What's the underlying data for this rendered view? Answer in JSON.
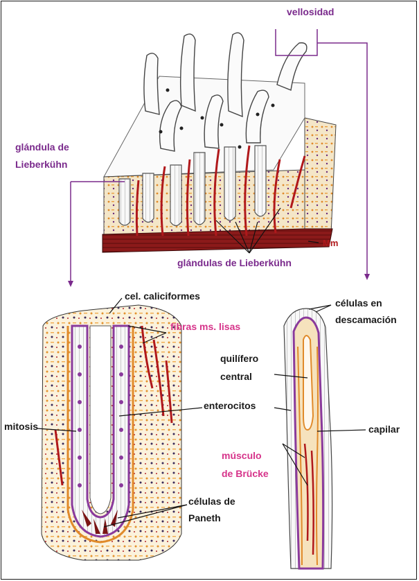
{
  "labels": {
    "vellosidad": "vellosidad",
    "glandula_de": "glándula de",
    "lieberkuhn": "Lieberkühn",
    "mm": "Mm",
    "glandulas_lieberkuhn": "glándulas de Lieberkühn",
    "cel_caliciformes": "cel. caliciformes",
    "fibras_ms_lisas": "fibras ms. lisas",
    "enterocitos": "enterocitos",
    "mitosis": "mitosis",
    "celulas_de": "células de",
    "paneth": "Paneth",
    "celulas_en": "células en",
    "descamacion": "descamación",
    "quilifero": "quilífero",
    "central": "central",
    "capilar": "capilar",
    "musculo": "músculo",
    "de_brucke": "de Brücke"
  },
  "colors": {
    "purple_label": "#7a2a8c",
    "magenta_label": "#d6338a",
    "muscularis": "#8b1a1a",
    "tissue_tan": "#f3e3c4",
    "tissue_orange": "#e89b3a",
    "nuclei_purple": "#8a3a9c"
  }
}
